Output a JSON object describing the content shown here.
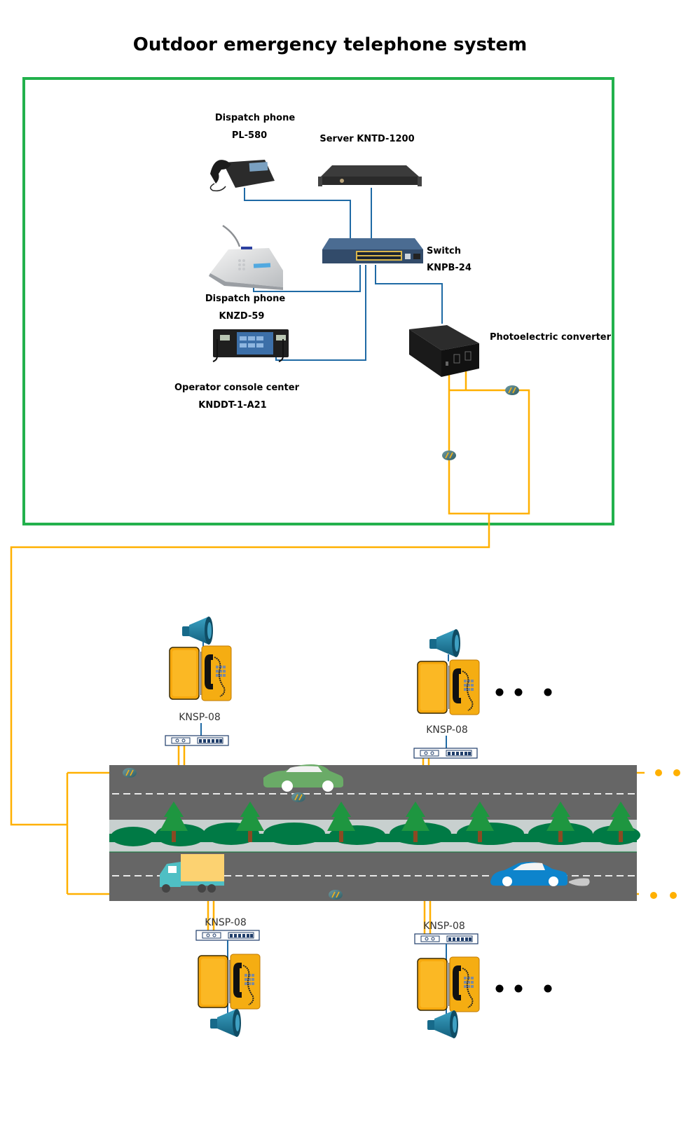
{
  "title": "Outdoor emergency telephone system",
  "colors": {
    "frame": "#22b14c",
    "ethernet": "#1f6aa5",
    "fiber": "#ffb000",
    "road": "#666666",
    "median": "#c8d0cf",
    "tree": "#1e9640",
    "bush": "#007a45",
    "trunk": "#8b4a23",
    "horn": "#1d7ea1",
    "phone": "#f7a90e",
    "green_car": "#6aab67",
    "blue_car": "#0d84cc",
    "truck_box": "#fcd271",
    "truck_cab": "#4fbfc4"
  },
  "control_room": {
    "devices": [
      {
        "id": "pl580",
        "name": "Dispatch phone",
        "model": "PL-580",
        "icon": "desk-ip-phone-icon"
      },
      {
        "id": "server",
        "name": "Server KNTD-1200",
        "model": "",
        "icon": "rack-server-icon"
      },
      {
        "id": "switch",
        "name": "Switch",
        "model": "KNPB-24",
        "icon": "network-switch-icon"
      },
      {
        "id": "knzd59",
        "name": "Dispatch phone",
        "model": "KNZD-59",
        "icon": "desktop-intercom-icon"
      },
      {
        "id": "console",
        "name": "Operator console center",
        "model": "KNDDT-1-A21",
        "icon": "dispatch-console-icon"
      },
      {
        "id": "converter",
        "name": "Photoelectric converter",
        "model": "",
        "icon": "media-converter-icon"
      }
    ]
  },
  "field": {
    "terminals": [
      {
        "id": "t1",
        "model": "KNSP-08",
        "side": "top"
      },
      {
        "id": "t2",
        "model": "KNSP-08",
        "side": "top"
      },
      {
        "id": "t3",
        "model": "KNSP-08",
        "side": "bottom"
      },
      {
        "id": "t4",
        "model": "KNSP-08",
        "side": "bottom"
      }
    ],
    "continuation": "more terminals (ellipsis)"
  }
}
